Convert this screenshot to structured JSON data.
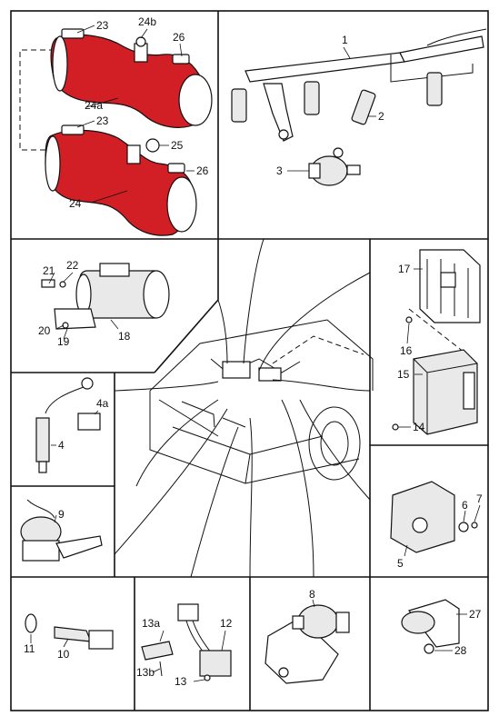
{
  "labels": {
    "l1": "1",
    "l2": "2",
    "l3": "3",
    "l4": "4",
    "l4a": "4a",
    "l5": "5",
    "l6": "6",
    "l7": "7",
    "l8": "8",
    "l9": "9",
    "l10": "10",
    "l11": "11",
    "l12": "12",
    "l13": "13",
    "l13a": "13a",
    "l13b": "13b",
    "l14": "14",
    "l15": "15",
    "l16": "16",
    "l17": "17",
    "l18": "18",
    "l19": "19",
    "l20": "20",
    "l21": "21",
    "l22": "22",
    "l23a": "23",
    "l23b": "23",
    "l24": "24",
    "l24a": "24a",
    "l24b": "24b",
    "l25": "25",
    "l26a": "26",
    "l26b": "26",
    "l27": "27",
    "l28": "28"
  },
  "colors": {
    "hose": "#d21f26",
    "line": "#111111",
    "background": "#ffffff"
  }
}
